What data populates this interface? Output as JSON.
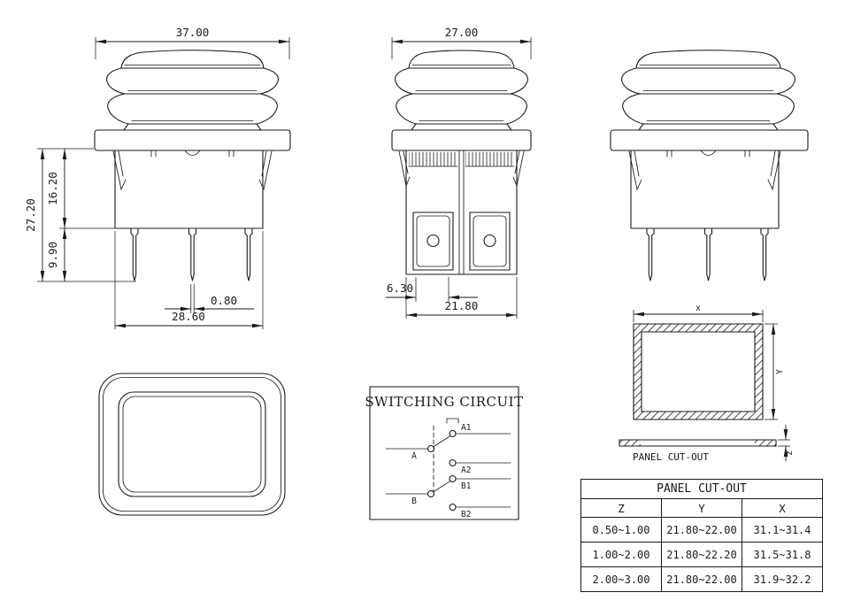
{
  "sheet": {
    "background": "#ffffff",
    "line_color": "#1a1a1a"
  },
  "front_view": {
    "dim_top_width": "37.00",
    "dim_overall_height": "27.20",
    "dim_upper_height": "16.20",
    "dim_terminal_height": "9.90",
    "dim_terminal_thickness": "0.80",
    "dim_body_width": "28.60"
  },
  "side_view": {
    "dim_top_width": "27.00",
    "dim_terminal_offset": "6.30",
    "dim_body_width": "21.80"
  },
  "circuit_diagram": {
    "title": "SWITCHING CIRCUIT",
    "terminals": {
      "a": "A",
      "a1": "A1",
      "a2": "A2",
      "b": "B",
      "b1": "B1",
      "b2": "B2"
    }
  },
  "panel_cutout_view": {
    "dim_x": "x",
    "dim_y": "Y",
    "dim_z": "z",
    "caption": "PANEL CUT-OUT"
  },
  "panel_cutout_table": {
    "title": "PANEL CUT-OUT",
    "headers": [
      "Z",
      "Y",
      "X"
    ],
    "rows": [
      [
        "0.50~1.00",
        "21.80~22.00",
        "31.1~31.4"
      ],
      [
        "1.00~2.00",
        "21.80~22.20",
        "31.5~31.8"
      ],
      [
        "2.00~3.00",
        "21.80~22.00",
        "31.9~32.2"
      ]
    ]
  }
}
